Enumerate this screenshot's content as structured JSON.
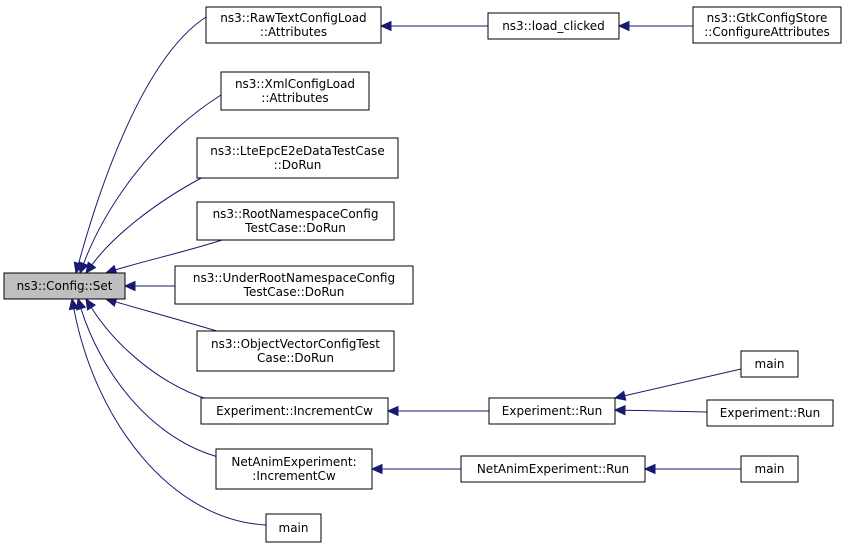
{
  "graph": {
    "edge_color": "#191970",
    "root_fill": "#bfbfbf",
    "nodes": [
      {
        "id": "config-set",
        "lines": [
          "ns3::Config::Set"
        ],
        "root": true
      },
      {
        "id": "rawtext",
        "lines": [
          "ns3::RawTextConfigLoad",
          "::Attributes"
        ]
      },
      {
        "id": "load-clicked",
        "lines": [
          "ns3::load_clicked"
        ]
      },
      {
        "id": "gtk",
        "lines": [
          "ns3::GtkConfigStore",
          "::ConfigureAttributes"
        ]
      },
      {
        "id": "xml",
        "lines": [
          "ns3::XmlConfigLoad",
          "::Attributes"
        ]
      },
      {
        "id": "lte",
        "lines": [
          "ns3::LteEpcE2eDataTestCase",
          "::DoRun"
        ]
      },
      {
        "id": "rootns",
        "lines": [
          "ns3::RootNamespaceConfig",
          "TestCase::DoRun"
        ]
      },
      {
        "id": "underroot",
        "lines": [
          "ns3::UnderRootNamespaceConfig",
          "TestCase::DoRun"
        ]
      },
      {
        "id": "objvec",
        "lines": [
          "ns3::ObjectVectorConfigTest",
          "Case::DoRun"
        ]
      },
      {
        "id": "exp-inc",
        "lines": [
          "Experiment::IncrementCw"
        ]
      },
      {
        "id": "exp-run",
        "lines": [
          "Experiment::Run"
        ]
      },
      {
        "id": "main-1",
        "lines": [
          "main"
        ]
      },
      {
        "id": "exp-run-2",
        "lines": [
          "Experiment::Run"
        ]
      },
      {
        "id": "netanim-inc",
        "lines": [
          "NetAnimExperiment:",
          ":IncrementCw"
        ]
      },
      {
        "id": "netanim-run",
        "lines": [
          "NetAnimExperiment::Run"
        ]
      },
      {
        "id": "main-2",
        "lines": [
          "main"
        ]
      },
      {
        "id": "main-3",
        "lines": [
          "main"
        ]
      }
    ],
    "edges": [
      {
        "from": "rawtext",
        "to": "config-set"
      },
      {
        "from": "load-clicked",
        "to": "rawtext"
      },
      {
        "from": "gtk",
        "to": "load-clicked"
      },
      {
        "from": "xml",
        "to": "config-set"
      },
      {
        "from": "lte",
        "to": "config-set"
      },
      {
        "from": "rootns",
        "to": "config-set"
      },
      {
        "from": "underroot",
        "to": "config-set"
      },
      {
        "from": "objvec",
        "to": "config-set"
      },
      {
        "from": "exp-inc",
        "to": "config-set"
      },
      {
        "from": "exp-run",
        "to": "exp-inc"
      },
      {
        "from": "main-1",
        "to": "exp-run"
      },
      {
        "from": "exp-run-2",
        "to": "exp-run"
      },
      {
        "from": "netanim-inc",
        "to": "config-set"
      },
      {
        "from": "netanim-run",
        "to": "netanim-inc"
      },
      {
        "from": "main-2",
        "to": "netanim-run"
      },
      {
        "from": "main-3",
        "to": "config-set"
      }
    ]
  }
}
